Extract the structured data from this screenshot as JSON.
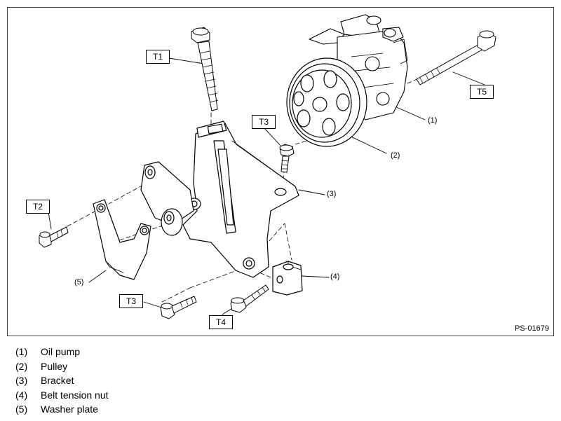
{
  "figure_id": "PS-01679",
  "torque_labels": {
    "t1": "T1",
    "t2": "T2",
    "t3_top": "T3",
    "t3_bottom": "T3",
    "t4": "T4",
    "t5": "T5"
  },
  "callouts": {
    "c1": "(1)",
    "c2": "(2)",
    "c3": "(3)",
    "c4": "(4)",
    "c5": "(5)"
  },
  "legend": [
    {
      "num": "(1)",
      "label": "Oil pump"
    },
    {
      "num": "(2)",
      "label": "Pulley"
    },
    {
      "num": "(3)",
      "label": "Bracket"
    },
    {
      "num": "(4)",
      "label": "Belt tension nut"
    },
    {
      "num": "(5)",
      "label": "Washer plate"
    }
  ]
}
